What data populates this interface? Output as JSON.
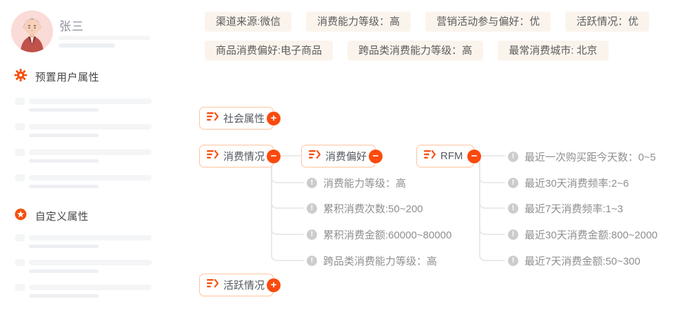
{
  "profile": {
    "name": "张三"
  },
  "sidebar": {
    "preset": {
      "label": "预置用户属性",
      "icon": "gear-icon"
    },
    "custom": {
      "label": "自定义属性",
      "icon": "star-icon"
    }
  },
  "tags": {
    "rows": [
      [
        "渠道来源:微信",
        "消费能力等级：高",
        "营销活动参与偏好：优",
        "活跃情况：优"
      ],
      [
        "商品消费偏好:电子商品",
        "跨品类消费能力等级：高",
        "最常消费城市: 北京"
      ]
    ]
  },
  "mindmap": {
    "nodes": {
      "social": {
        "label": "社会属性",
        "toggle": "+"
      },
      "consumption": {
        "label": "消费情况",
        "toggle": "−"
      },
      "preference": {
        "label": "消费偏好",
        "toggle": "−"
      },
      "rfm": {
        "label": "RFM",
        "toggle": "−"
      },
      "activity": {
        "label": "活跃情况",
        "toggle": "+"
      }
    },
    "preference_leaves": [
      "消费能力等级：高",
      "累积消费次数:50~200",
      "累积消费金额:60000~80000",
      "跨品类消费能力等级：高"
    ],
    "rfm_leaves": [
      "最近一次购买距今天数：0~5",
      "最近30天消费频率:2~6",
      "最近7天消费频率:1~3",
      "最近30天消费金额:800~2000",
      "最近7天消费金额:50~300"
    ]
  },
  "colors": {
    "accent": "#f4500c",
    "toggle_badge": "#fb4a0e",
    "node_border": "#ffc5a1",
    "tag_bg": "#fbf4ed",
    "connector": "#e4e4e4",
    "leaf_icon": "#cccccc",
    "leaf_text": "#8f8f8f",
    "skeleton": "#f4f5f7"
  }
}
